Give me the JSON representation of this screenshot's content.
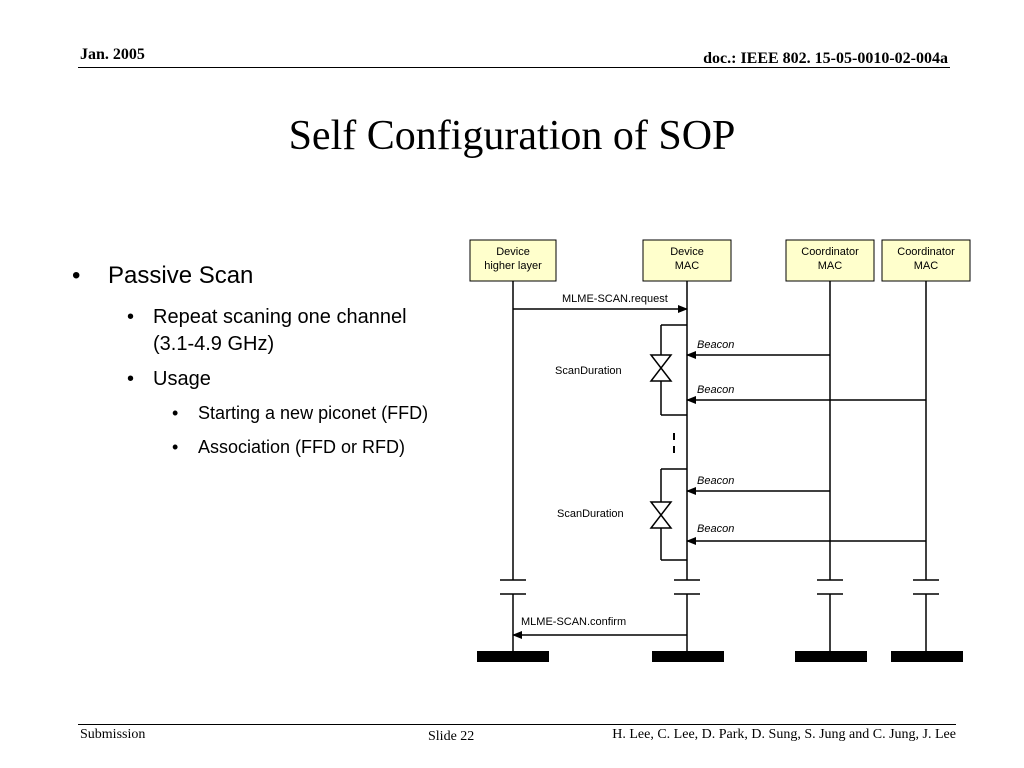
{
  "header": {
    "date": "Jan. 2005",
    "doc_id": "doc.: IEEE 802. 15-05-0010-02-004a"
  },
  "title": "Self Configuration of SOP",
  "bullets": {
    "l1": "Passive Scan",
    "l2a": "Repeat scaning one channel",
    "l2a_cont": "(3.1-4.9 GHz)",
    "l2b": "Usage",
    "l3a": "Starting a new piconet (FFD)",
    "l3b": "Association (FFD or RFD)"
  },
  "diagram": {
    "entities": [
      {
        "line1": "Device",
        "line2": "higher layer"
      },
      {
        "line1": "Device",
        "line2": "MAC"
      },
      {
        "line1": "Coordinator",
        "line2": "MAC"
      },
      {
        "line1": "Coordinator",
        "line2": "MAC"
      }
    ],
    "messages": {
      "request": "MLME-SCAN.request",
      "beacon": "Beacon",
      "scan_duration": "ScanDuration",
      "confirm": "MLME-SCAN.confirm"
    },
    "colors": {
      "entity_fill": "#ffffcc",
      "line": "#000000"
    }
  },
  "footer": {
    "left": "Submission",
    "slide": "Slide 22",
    "authors": "H. Lee, C. Lee, D. Park, D. Sung, S. Jung and C. Jung, J. Lee"
  }
}
